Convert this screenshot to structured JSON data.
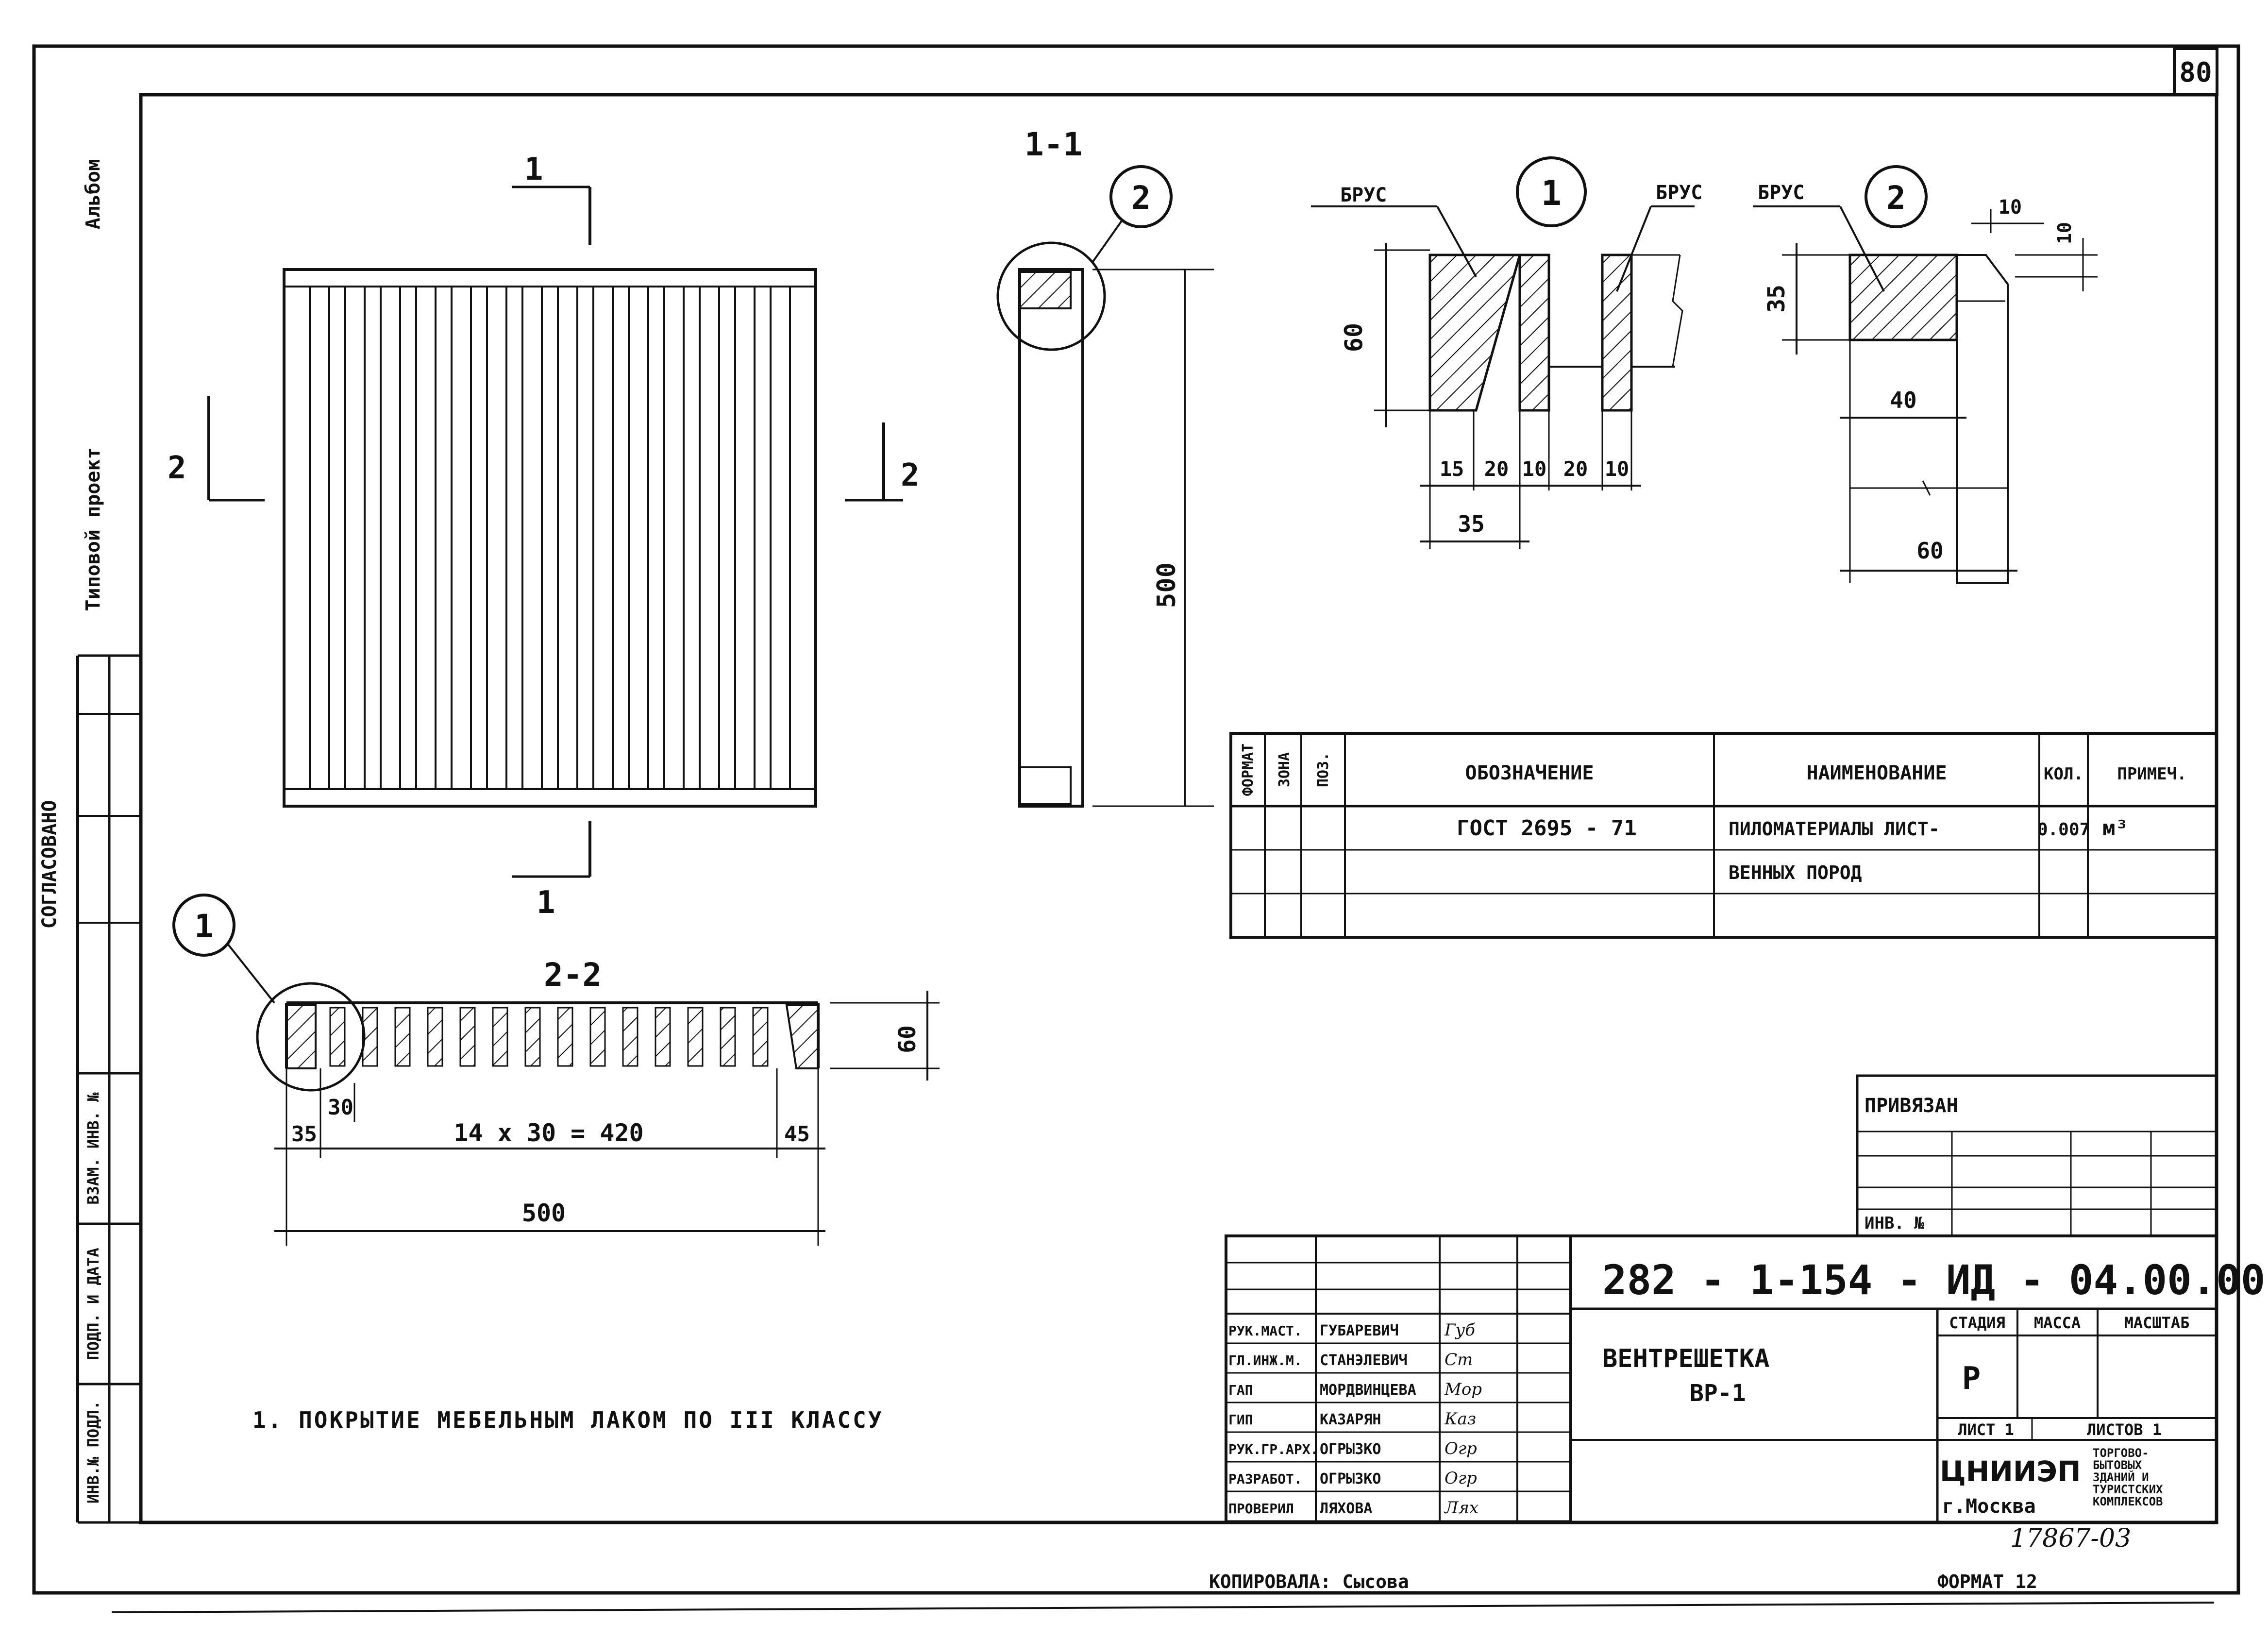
{
  "sheet": {
    "number": "80",
    "album_label": "Альбом",
    "project_label": "Типовой проект",
    "agreed_label": "СОГЛАСОВАНО",
    "left_strip": [
      "ВЗАМ. ИНВ. №",
      "ПОДП. И ДАТА",
      "ИНВ.№ ПОДЛ."
    ]
  },
  "views": {
    "section_1": "1",
    "section_2": "2",
    "section_1_1": "1-1",
    "section_2_2": "2-2",
    "callout_1": "1",
    "callout_2": "2",
    "dim_500_vertical": "500",
    "dim_60_side": "60",
    "dim_35": "35",
    "dim_30": "30",
    "dim_pitch": "14 x 30 = 420",
    "dim_45": "45",
    "dim_500": "500"
  },
  "details": {
    "detail_1": {
      "callout": "1",
      "label_left": "БРУС",
      "label_right": "БРУС",
      "height": "60",
      "dims": [
        "15",
        "20",
        "10",
        "20",
        "10"
      ],
      "total": "35"
    },
    "detail_2": {
      "callout": "2",
      "label": "БРУС",
      "top_dim": "10",
      "side_dim": "10",
      "height": "35",
      "width": "40",
      "total": "60"
    }
  },
  "spec_table": {
    "headers": [
      "ФОРМАТ",
      "ЗОНА",
      "ПОЗ.",
      "ОБОЗНАЧЕНИЕ",
      "НАИМЕНОВАНИЕ",
      "КОЛ.",
      "ПРИМЕЧ."
    ],
    "rows": [
      [
        "",
        "",
        "",
        "ГОСТ 2695 - 71",
        "ПИЛОМАТЕРИАЛЫ ЛИСТ-",
        "0.007",
        "м³"
      ],
      [
        "",
        "",
        "",
        "",
        "ВЕННЫХ ПОРОД",
        "",
        ""
      ],
      [
        "",
        "",
        "",
        "",
        "",
        "",
        ""
      ]
    ]
  },
  "binding": {
    "title": "ПРИВЯЗАН",
    "inv": "ИНВ. №"
  },
  "title_block": {
    "code": "282 - 1-154 - ИД - 04.00.00",
    "name_line1": "ВЕНТРЕШЕТКА",
    "name_line2": "ВР-1",
    "stage_header": "СТАДИЯ",
    "mass_header": "МАССА",
    "scale_header": "МАСШТАБ",
    "stage_value": "Р",
    "sheet_label": "ЛИСТ 1",
    "sheets_label": "ЛИСТОВ 1",
    "org_name": "ЦНИИЭП",
    "org_city": "г.Москва",
    "org_desc": [
      "ТОРГОВО-",
      "БЫТОВЫХ",
      "ЗДАНИЙ И",
      "ТУРИСТСКИХ",
      "КОМПЛЕКСОВ"
    ],
    "staff": [
      {
        "role": "РУК.МАСТ.",
        "name": "ГУБАРЕВИЧ",
        "sign": "Губ"
      },
      {
        "role": "ГЛ.ИНЖ.М.",
        "name": "СТАНЭЛЕВИЧ",
        "sign": "Ст"
      },
      {
        "role": "ГАП",
        "name": "МОРДВИНЦЕВА",
        "sign": "Мор"
      },
      {
        "role": "ГИП",
        "name": "КАЗАРЯН",
        "sign": "Каз"
      },
      {
        "role": "РУК.ГР.АРХ.",
        "name": "ОГРЫЗКО",
        "sign": "Огр"
      },
      {
        "role": "РАЗРАБОТ.",
        "name": "ОГРЫЗКО",
        "sign": "Огр"
      },
      {
        "role": "ПРОВЕРИЛ",
        "name": "ЛЯХОВА",
        "sign": "Лях"
      }
    ]
  },
  "notes": {
    "note_1": "1. ПОКРЫТИЕ МЕБЕЛЬНЫМ ЛАКОМ ПО  III  КЛАССУ"
  },
  "footer": {
    "copied_by": "КОПИРОВАЛА:  Сысова",
    "format": "ФОРМАТ 12",
    "archive": "17867-03"
  }
}
